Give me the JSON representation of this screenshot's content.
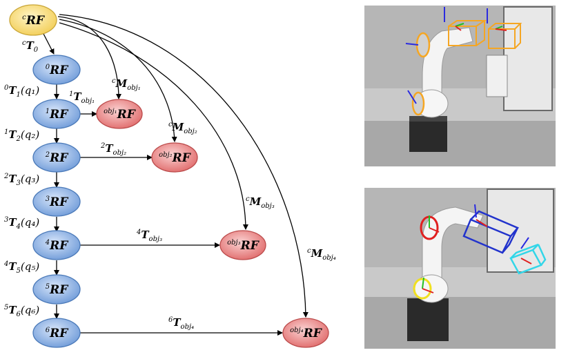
{
  "nodes": {
    "camera": {
      "sup": "c",
      "main": "RF"
    },
    "rf0": {
      "sup": "0",
      "main": "RF"
    },
    "rf1": {
      "sup": "1",
      "main": "RF"
    },
    "rf2": {
      "sup": "2",
      "main": "RF"
    },
    "rf3": {
      "sup": "3",
      "main": "RF"
    },
    "rf4": {
      "sup": "4",
      "main": "RF"
    },
    "rf5": {
      "sup": "5",
      "main": "RF"
    },
    "rf6": {
      "sup": "6",
      "main": "RF"
    },
    "obj1": {
      "sup": "obj₁",
      "main": "RF"
    },
    "obj2": {
      "sup": "obj₂",
      "main": "RF"
    },
    "obj3": {
      "sup": "obj₃",
      "main": "RF"
    },
    "obj4": {
      "sup": "obj₄",
      "main": "RF"
    }
  },
  "edges": {
    "cT0": {
      "sup": "c",
      "main": "T",
      "sub": "0",
      "tail": ""
    },
    "T1": {
      "sup": "0",
      "main": "T",
      "sub": "1",
      "tail": "(q₁)"
    },
    "T2": {
      "sup": "1",
      "main": "T",
      "sub": "2",
      "tail": "(q₂)"
    },
    "T3": {
      "sup": "2",
      "main": "T",
      "sub": "3",
      "tail": "(q₃)"
    },
    "T4": {
      "sup": "3",
      "main": "T",
      "sub": "4",
      "tail": "(q₄)"
    },
    "T5": {
      "sup": "4",
      "main": "T",
      "sub": "5",
      "tail": "(q₅)"
    },
    "T6": {
      "sup": "5",
      "main": "T",
      "sub": "6",
      "tail": "(q₆)"
    },
    "Tobj1": {
      "sup": "1",
      "main": "T",
      "sub": "obj₁",
      "tail": ""
    },
    "Tobj2": {
      "sup": "2",
      "main": "T",
      "sub": "obj₂",
      "tail": ""
    },
    "Tobj3": {
      "sup": "4",
      "main": "T",
      "sub": "obj₃",
      "tail": ""
    },
    "Tobj4": {
      "sup": "6",
      "main": "T",
      "sub": "obj₄",
      "tail": ""
    },
    "Mobj1": {
      "sup": "c",
      "main": "M",
      "sub": "obj₁",
      "tail": ""
    },
    "Mobj2": {
      "sup": "c",
      "main": "M",
      "sub": "obj₂",
      "tail": ""
    },
    "Mobj3": {
      "sup": "c",
      "main": "M",
      "sub": "obj₃",
      "tail": ""
    },
    "Mobj4": {
      "sup": "c",
      "main": "M",
      "sub": "obj₄",
      "tail": ""
    }
  },
  "colors": {
    "camera_fill": "#f7dc7a",
    "camera_stroke": "#c9a638",
    "link_fill": "#8db4e8",
    "link_stroke": "#4a79b8",
    "obj_fill": "#ee8f8f",
    "obj_stroke": "#bb4b4b",
    "box_orange": "#f5a623",
    "box_blue": "#2233cc",
    "box_cyan": "#33d6e8",
    "ring_red": "#e02020",
    "ring_yellow": "#f0e020"
  }
}
